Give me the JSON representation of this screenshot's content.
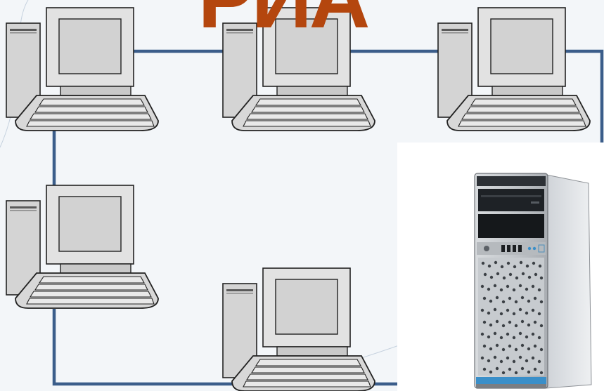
{
  "title": "РИА",
  "colors": {
    "background": "#f3f6f9",
    "network_line": "#3b5d8a",
    "title": "#b4460e",
    "computer_fill": "#dcdcdc",
    "outline": "#222222",
    "server_accent": "#3a8fc9"
  },
  "nodes": [
    {
      "name": "workstation-1",
      "icon": "desktop-computer-icon"
    },
    {
      "name": "workstation-2",
      "icon": "desktop-computer-icon"
    },
    {
      "name": "workstation-3",
      "icon": "desktop-computer-icon"
    },
    {
      "name": "workstation-4",
      "icon": "desktop-computer-icon"
    },
    {
      "name": "workstation-5",
      "icon": "desktop-computer-icon"
    },
    {
      "name": "server",
      "icon": "tower-server-icon"
    }
  ],
  "links": [
    [
      "workstation-1",
      "workstation-2"
    ],
    [
      "workstation-2",
      "workstation-3"
    ],
    [
      "workstation-3",
      "server"
    ],
    [
      "workstation-1",
      "workstation-4"
    ],
    [
      "workstation-4",
      "workstation-5"
    ],
    [
      "workstation-5",
      "server"
    ]
  ]
}
